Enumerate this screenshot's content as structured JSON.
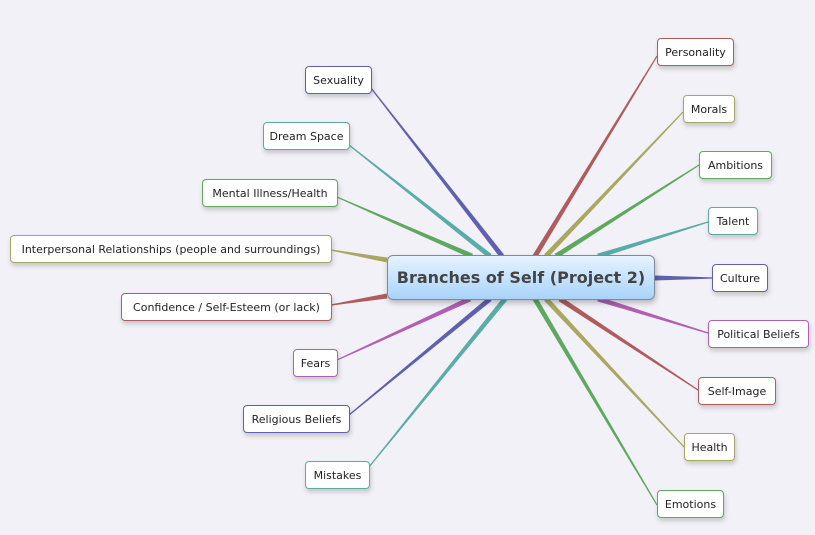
{
  "center": {
    "label": "Branches of Self (Project 2)"
  },
  "colors": {
    "red": "#b05c5c",
    "olive": "#aaa860",
    "green": "#5fa85f",
    "teal": "#5aaca6",
    "indigo": "#6060b0",
    "magenta": "#b060b0"
  },
  "branches": {
    "sexuality": {
      "label": "Sexuality",
      "color": "indigo"
    },
    "dream_space": {
      "label": "Dream Space",
      "color": "teal"
    },
    "mental_illness": {
      "label": "Mental Illness/Health",
      "color": "green"
    },
    "interpersonal": {
      "label": "Interpersonal Relationships (people and surroundings)",
      "color": "olive"
    },
    "confidence": {
      "label": "Confidence / Self-Esteem (or lack)",
      "color": "red"
    },
    "fears": {
      "label": "Fears",
      "color": "magenta"
    },
    "religious": {
      "label": "Religious Beliefs",
      "color": "indigo"
    },
    "mistakes": {
      "label": "Mistakes",
      "color": "teal"
    },
    "personality": {
      "label": "Personality",
      "color": "red"
    },
    "morals": {
      "label": "Morals",
      "color": "olive"
    },
    "ambitions": {
      "label": "Ambitions",
      "color": "green"
    },
    "talent": {
      "label": "Talent",
      "color": "teal"
    },
    "culture": {
      "label": "Culture",
      "color": "indigo"
    },
    "political": {
      "label": "Political Beliefs",
      "color": "magenta"
    },
    "self_image": {
      "label": "Self-Image",
      "color": "red"
    },
    "health": {
      "label": "Health",
      "color": "olive"
    },
    "emotions": {
      "label": "Emotions",
      "color": "green"
    }
  }
}
